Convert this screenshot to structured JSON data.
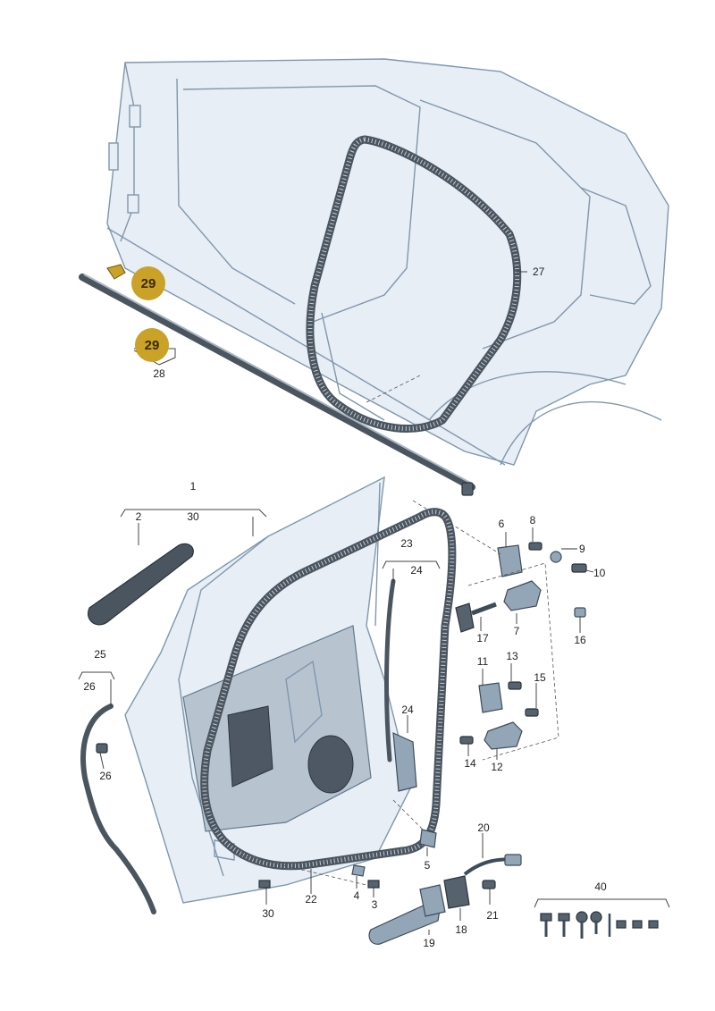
{
  "callouts": [
    {
      "id": "l27",
      "text": "27"
    },
    {
      "id": "l28",
      "text": "28"
    },
    {
      "id": "l1",
      "text": "1"
    },
    {
      "id": "l2",
      "text": "2"
    },
    {
      "id": "l30a",
      "text": "30"
    },
    {
      "id": "l23",
      "text": "23"
    },
    {
      "id": "l24a",
      "text": "24"
    },
    {
      "id": "l25",
      "text": "25"
    },
    {
      "id": "l26a",
      "text": "26"
    },
    {
      "id": "l26b",
      "text": "26"
    },
    {
      "id": "l24b",
      "text": "24"
    },
    {
      "id": "l6",
      "text": "6"
    },
    {
      "id": "l8",
      "text": "8"
    },
    {
      "id": "l9",
      "text": "9"
    },
    {
      "id": "l10",
      "text": "10"
    },
    {
      "id": "l7",
      "text": "7"
    },
    {
      "id": "l16",
      "text": "16"
    },
    {
      "id": "l17",
      "text": "17"
    },
    {
      "id": "l11",
      "text": "11"
    },
    {
      "id": "l13",
      "text": "13"
    },
    {
      "id": "l15",
      "text": "15"
    },
    {
      "id": "l14",
      "text": "14"
    },
    {
      "id": "l12",
      "text": "12"
    },
    {
      "id": "l20",
      "text": "20"
    },
    {
      "id": "l5",
      "text": "5"
    },
    {
      "id": "l4",
      "text": "4"
    },
    {
      "id": "l3",
      "text": "3"
    },
    {
      "id": "l22",
      "text": "22"
    },
    {
      "id": "l30b",
      "text": "30"
    },
    {
      "id": "l21",
      "text": "21"
    },
    {
      "id": "l18",
      "text": "18"
    },
    {
      "id": "l19",
      "text": "19"
    },
    {
      "id": "l40",
      "text": "40"
    }
  ],
  "badges": [
    {
      "id": "b1",
      "text": "29"
    },
    {
      "id": "b2",
      "text": "29"
    }
  ],
  "colors": {
    "badge_fill": "#c9a227",
    "body_fill": "#e7eef5",
    "body_stroke": "#7f97ad",
    "seal": "#4b5560"
  }
}
